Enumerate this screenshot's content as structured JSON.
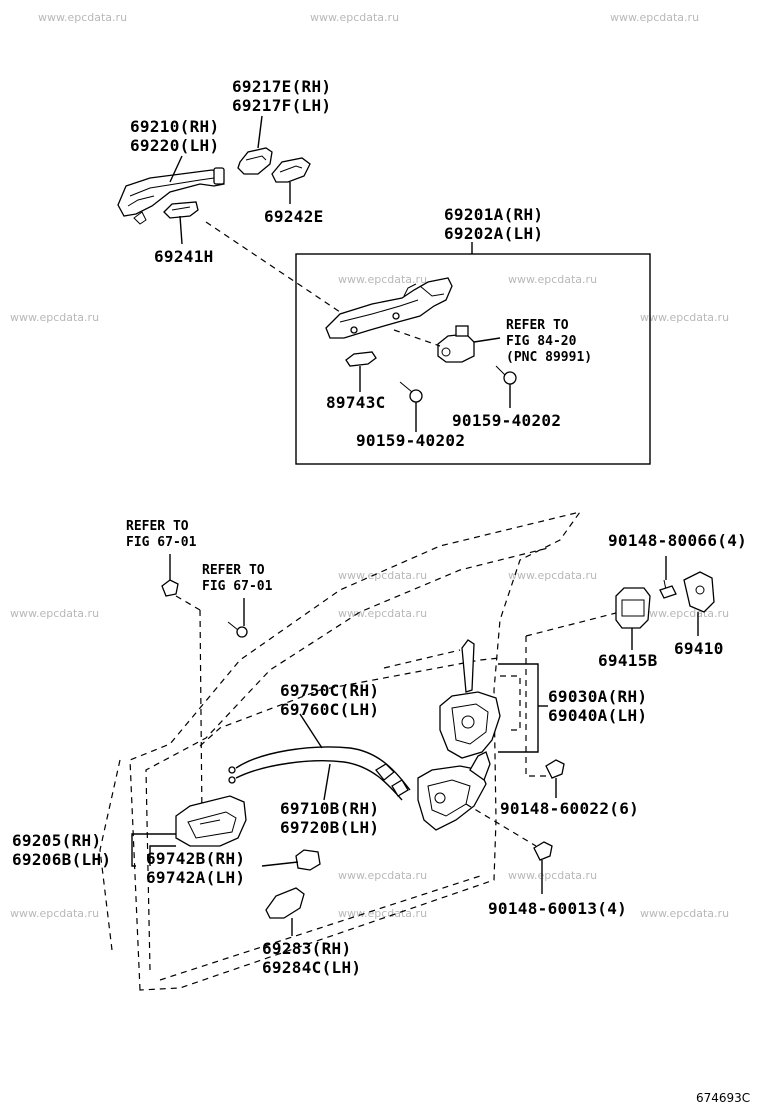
{
  "watermarks": {
    "text": "www.epcdata.ru"
  },
  "labels": {
    "p69217": [
      "69217E(RH)",
      "69217F(LH)"
    ],
    "p69210": [
      "69210(RH)",
      "69220(LH)"
    ],
    "p69242": "69242E",
    "p69241": "69241H",
    "p69201": [
      "69201A(RH)",
      "69202A(LH)"
    ],
    "ref8420": [
      "REFER TO",
      "FIG 84-20",
      "(PNC 89991)"
    ],
    "p89743": "89743C",
    "p90159a": "90159-40202",
    "p90159b": "90159-40202",
    "ref6701a": [
      "REFER TO",
      "FIG 67-01"
    ],
    "ref6701b": [
      "REFER TO",
      "FIG 67-01"
    ],
    "p90148_80066": "90148-80066(4)",
    "p69415": "69415B",
    "p69410": "69410",
    "p69750": [
      "69750C(RH)",
      "69760C(LH)"
    ],
    "p69030": [
      "69030A(RH)",
      "69040A(LH)"
    ],
    "p69710": [
      "69710B(RH)",
      "69720B(LH)"
    ],
    "p90148_60022": "90148-60022(6)",
    "p69205": [
      "69205(RH)",
      "69206B(LH)"
    ],
    "p69742": [
      "69742B(RH)",
      "69742A(LH)"
    ],
    "p90148_60013": "90148-60013(4)",
    "p69283": [
      "69283(RH)",
      "69284C(LH)"
    ]
  },
  "diagram_code": "674693C"
}
